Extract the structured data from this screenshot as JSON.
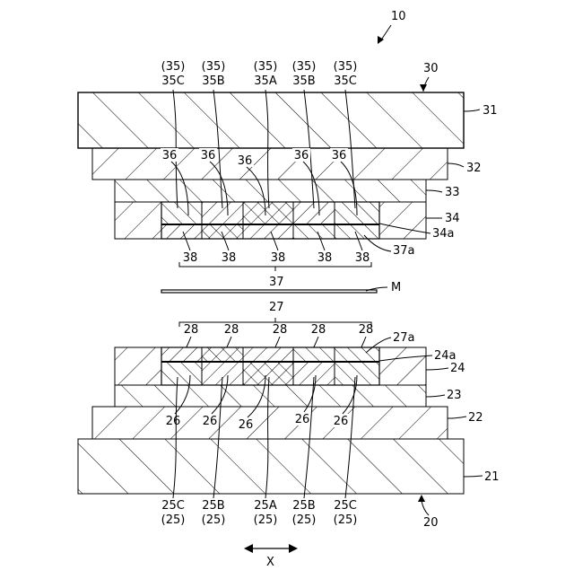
{
  "figure_number": "10",
  "direction_label": "X",
  "film_label": "M",
  "upper": {
    "assembly": "30",
    "layer_labels": [
      "31",
      "32",
      "33",
      "34",
      "34a",
      "37a"
    ],
    "top_parents": [
      "(35)",
      "(35)",
      "(35)",
      "(35)",
      "(35)"
    ],
    "top_codes": [
      "35C",
      "35B",
      "35A",
      "35B",
      "35C"
    ],
    "tab_labels": [
      "36",
      "36",
      "36",
      "36",
      "36"
    ],
    "bottom_labels": [
      "38",
      "38",
      "38",
      "38",
      "38"
    ],
    "group_label": "37"
  },
  "lower": {
    "assembly": "20",
    "layer_labels": [
      "21",
      "22",
      "23",
      "24",
      "24a",
      "27a"
    ],
    "top_labels": [
      "28",
      "28",
      "28",
      "28",
      "28"
    ],
    "group_label": "27",
    "tab_labels": [
      "26",
      "26",
      "26",
      "26",
      "26"
    ],
    "bottom_codes": [
      "25C",
      "25B",
      "25A",
      "25B",
      "25C"
    ],
    "bottom_parents": [
      "(25)",
      "(25)",
      "(25)",
      "(25)",
      "(25)"
    ]
  }
}
